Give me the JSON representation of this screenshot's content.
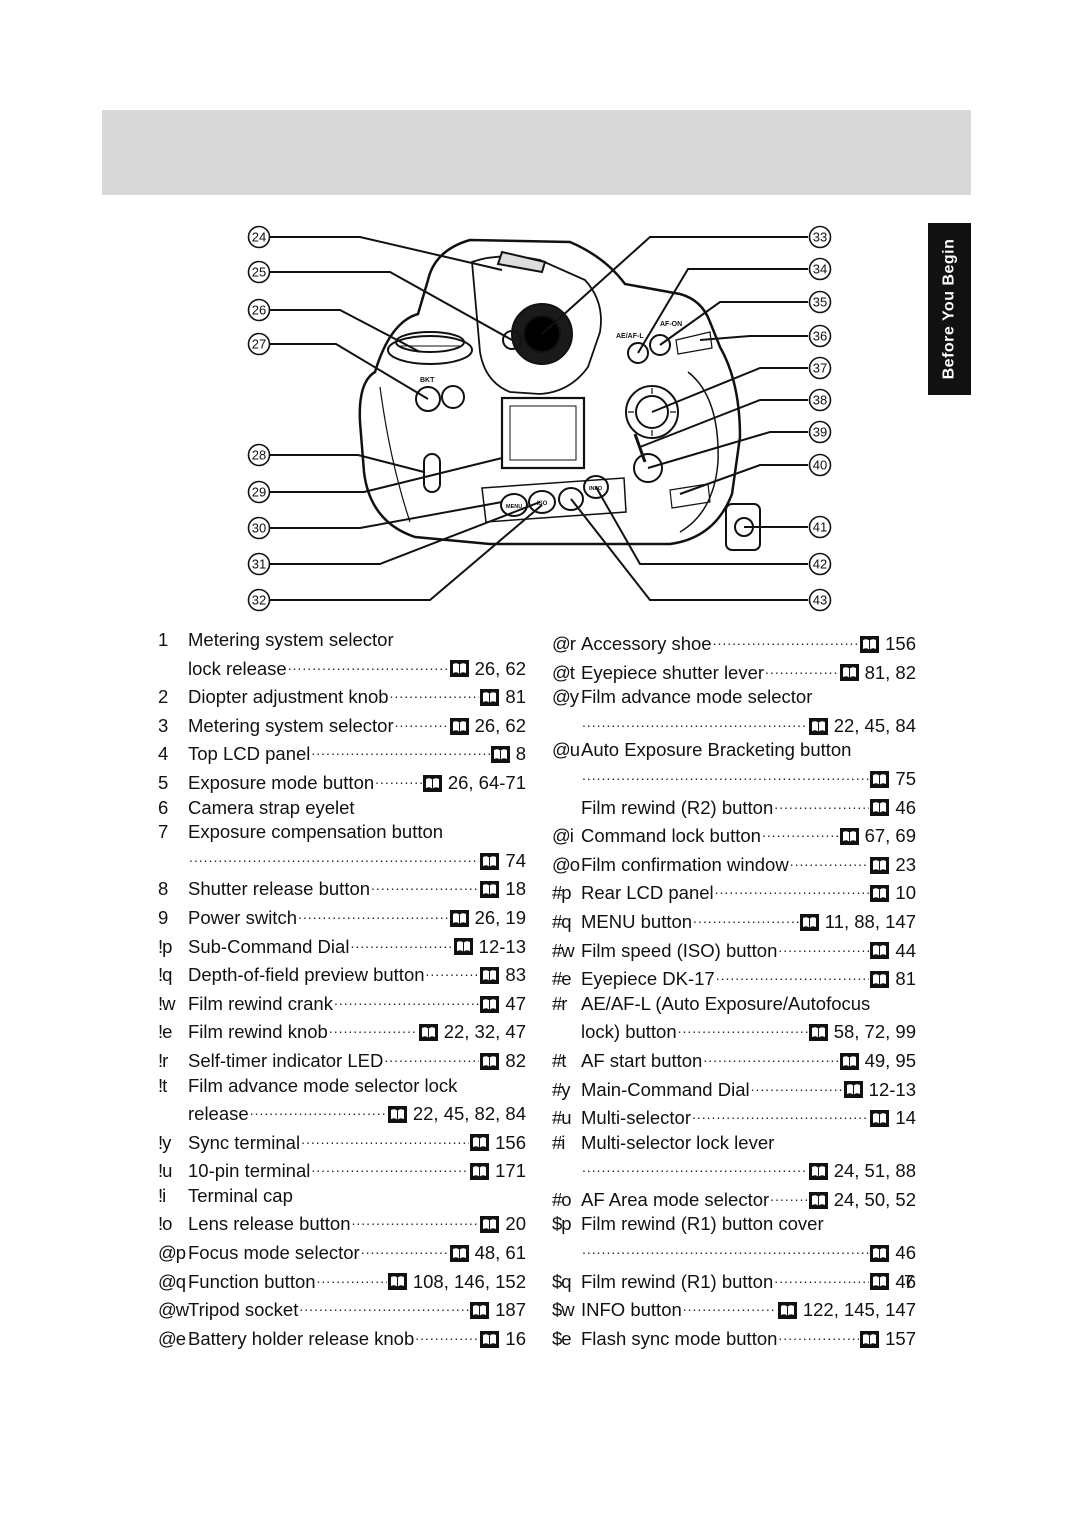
{
  "side_tab": "Before You Begin",
  "callouts": {
    "left": [
      "24",
      "25",
      "26",
      "27",
      "28",
      "29",
      "30",
      "31",
      "32"
    ],
    "right": [
      "33",
      "34",
      "35",
      "36",
      "37",
      "38",
      "39",
      "40",
      "41",
      "42",
      "43"
    ]
  },
  "body_labels": {
    "bkt": "BKT",
    "ae_af_l": "AE/AF-L",
    "af_on": "AF-ON",
    "menu": "MENU",
    "iso": "ISO",
    "info": "INFO"
  },
  "left_entries": [
    {
      "num": "1",
      "lines": [
        "Metering system selector"
      ],
      "last": "lock release",
      "pages": "26, 62"
    },
    {
      "num": "2",
      "last": "Diopter adjustment knob",
      "pages": "81"
    },
    {
      "num": "3",
      "last": "Metering system selector",
      "pages": "26, 62"
    },
    {
      "num": "4",
      "last": "Top LCD panel",
      "pages": "8"
    },
    {
      "num": "5",
      "last": "Exposure mode button",
      "pages": "26, 64-71"
    },
    {
      "num": "6",
      "last": "Camera strap eyelet",
      "pages": ""
    },
    {
      "num": "7",
      "lines": [
        "Exposure compensation button"
      ],
      "last": "",
      "pages": "74"
    },
    {
      "num": "8",
      "last": "Shutter release button",
      "pages": "18"
    },
    {
      "num": "9",
      "last": "Power switch",
      "pages": "26, 19"
    },
    {
      "num": "!p",
      "last": "Sub-Command Dial",
      "pages": "12-13"
    },
    {
      "num": "!q",
      "last": "Depth-of-field preview button",
      "pages": "83"
    },
    {
      "num": "!w",
      "last": "Film rewind crank",
      "pages": "47"
    },
    {
      "num": "!e",
      "last": "Film rewind knob",
      "pages": "22, 32, 47"
    },
    {
      "num": "!r",
      "last": "Self-timer indicator LED",
      "pages": "82"
    },
    {
      "num": "!t",
      "lines": [
        "Film advance mode selector lock"
      ],
      "last": "release",
      "pages": "22, 45, 82, 84"
    },
    {
      "num": "!y",
      "last": "Sync terminal",
      "pages": "156"
    },
    {
      "num": "!u",
      "last": "10-pin terminal",
      "pages": "171"
    },
    {
      "num": "!i",
      "last": "Terminal cap",
      "pages": ""
    },
    {
      "num": "!o",
      "last": "Lens release button",
      "pages": "20"
    },
    {
      "num": "@p",
      "last": "Focus mode selector",
      "pages": "48, 61"
    },
    {
      "num": "@q",
      "last": "Function button",
      "pages": "108, 146, 152"
    },
    {
      "num": "@w",
      "last": "Tripod socket",
      "pages": "187"
    },
    {
      "num": "@e",
      "last": "Battery holder release knob",
      "pages": "16"
    }
  ],
  "right_entries": [
    {
      "num": "@r",
      "last": "Accessory shoe",
      "pages": "156"
    },
    {
      "num": "@t",
      "last": "Eyepiece shutter lever",
      "pages": "81, 82"
    },
    {
      "num": "@y",
      "lines": [
        "Film advance mode selector"
      ],
      "last": "",
      "pages": "22, 45, 84"
    },
    {
      "num": "@u",
      "lines": [
        "Auto Exposure Bracketing button"
      ],
      "last": "",
      "pages": "75"
    },
    {
      "num": "",
      "last": "Film rewind (R2) button",
      "pages": "46"
    },
    {
      "num": "@i",
      "last": "Command lock button",
      "pages": "67, 69"
    },
    {
      "num": "@o",
      "last": "Film confirmation window",
      "pages": "23"
    },
    {
      "num": "#p",
      "last": "Rear LCD panel",
      "pages": "10"
    },
    {
      "num": "#q",
      "last": "MENU button",
      "pages": "11, 88, 147"
    },
    {
      "num": "#w",
      "last": "Film speed (ISO) button",
      "pages": "44"
    },
    {
      "num": "#e",
      "last": "Eyepiece DK-17",
      "pages": "81"
    },
    {
      "num": "#r",
      "lines": [
        "AE/AF-L (Auto Exposure/Autofocus"
      ],
      "last": "lock) button",
      "pages": "58, 72, 99"
    },
    {
      "num": "#t",
      "last": "AF start button",
      "pages": "49, 95"
    },
    {
      "num": "#y",
      "last": "Main-Command Dial",
      "pages": "12-13"
    },
    {
      "num": "#u",
      "last": "Multi-selector",
      "pages": "14"
    },
    {
      "num": "#i",
      "lines": [
        "Multi-selector lock lever"
      ],
      "last": "",
      "pages": "24, 51, 88"
    },
    {
      "num": "#o",
      "last": "AF Area mode selector",
      "pages": "24, 50, 52"
    },
    {
      "num": "$p",
      "lines": [
        "Film rewind (R1) button cover"
      ],
      "last": "",
      "pages": "46"
    },
    {
      "num": "$q",
      "last": "Film rewind (R1) button",
      "pages": "46"
    },
    {
      "num": "$w",
      "last": "INFO button",
      "pages": "122, 145, 147"
    },
    {
      "num": "$e",
      "last": "Flash sync mode button",
      "pages": "157"
    }
  ],
  "page_number": "7"
}
